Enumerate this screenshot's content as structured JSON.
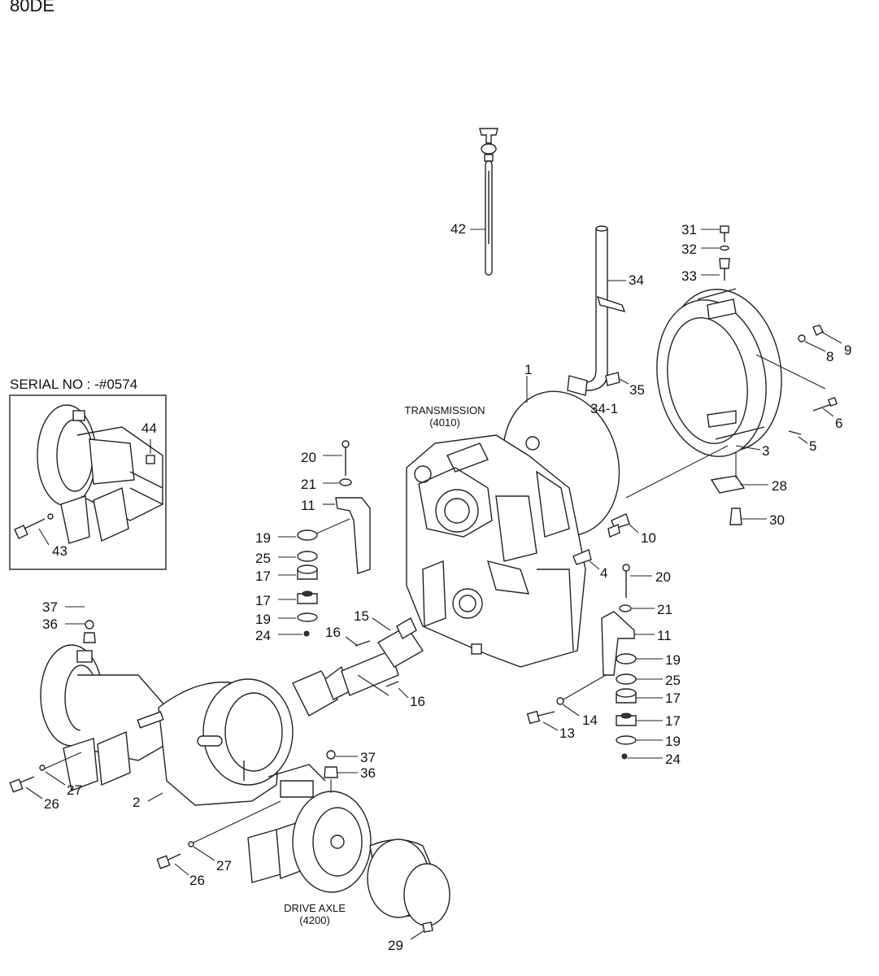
{
  "header": {
    "model_code": "80DE"
  },
  "inset": {
    "serial_label": "SERIAL NO : -#0574"
  },
  "captions": {
    "transmission": {
      "line1": "TRANSMISSION",
      "line2": "(4010)"
    },
    "drive_axle": {
      "line1": "DRIVE AXLE",
      "line2": "(4200)"
    }
  },
  "callouts": [
    "42",
    "34",
    "31",
    "32",
    "33",
    "9",
    "8",
    "1",
    "35",
    "34-1",
    "6",
    "5",
    "3",
    "28",
    "30",
    "10",
    "4",
    "20",
    "21",
    "11",
    "19",
    "25",
    "17",
    "17",
    "19",
    "24",
    "15",
    "16",
    "16",
    "20",
    "21",
    "11",
    "19",
    "25",
    "17",
    "17",
    "19",
    "24",
    "14",
    "13",
    "37",
    "36",
    "37",
    "36",
    "2",
    "26",
    "27",
    "26",
    "27",
    "29",
    "44",
    "43"
  ]
}
